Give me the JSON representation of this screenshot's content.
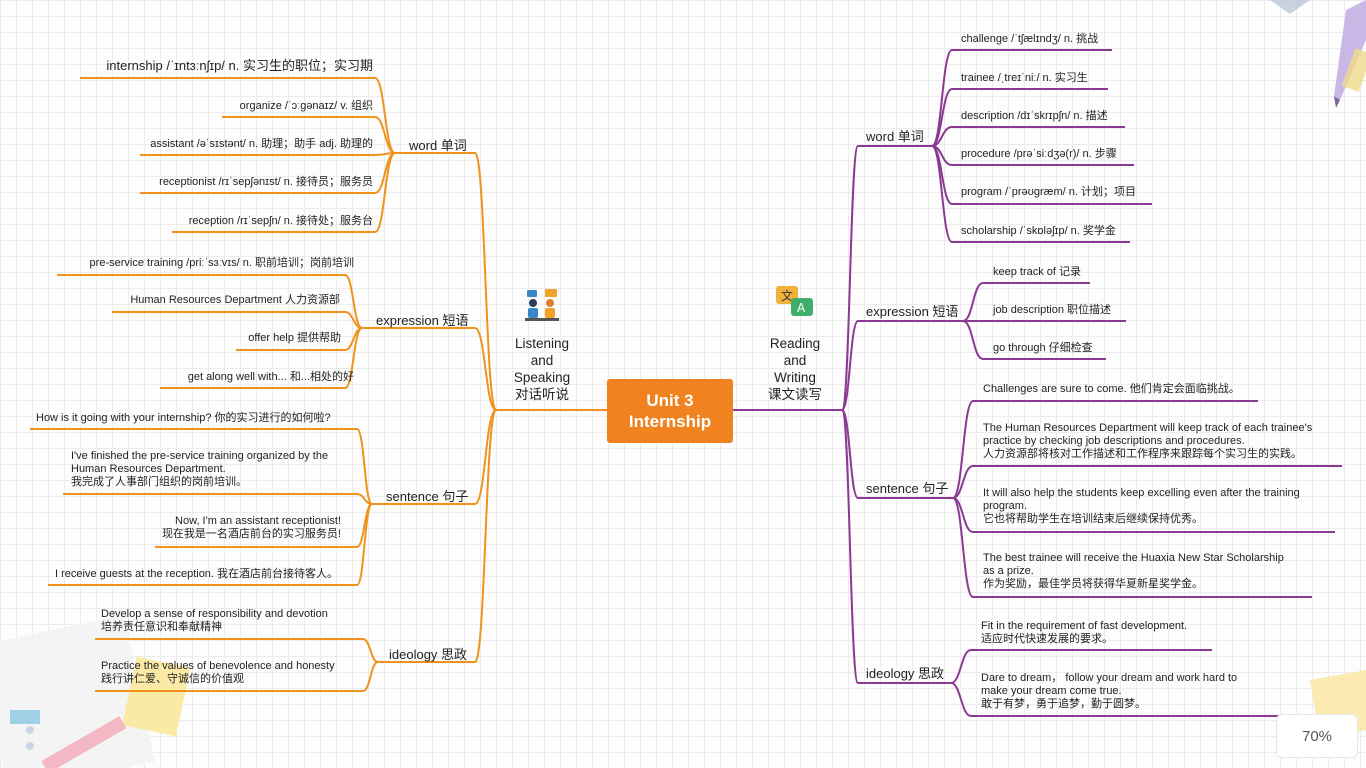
{
  "center": {
    "line1": "Unit 3",
    "line2": "Internship",
    "color": "#f0821f"
  },
  "zoom": "70%",
  "colors": {
    "left_branch": "#f0921e",
    "right_branch": "#8b3a93"
  },
  "left": {
    "category": {
      "line1": "Listening",
      "line2": "and",
      "line3": "Speaking",
      "line4": "对话听说",
      "icon": "meeting-people-icon"
    },
    "word": {
      "label": "word 单词",
      "items": [
        "internship /ˈɪntɜːnʃɪp/ n. 实习生的职位；实习期",
        "organize /ˈɔːɡənaɪz/ v. 组织",
        "assistant /əˈsɪstənt/ n. 助理；助手 adj. 助理的",
        "receptionist /rɪˈsepʃənɪst/ n. 接待员；服务员",
        "reception /rɪˈsepʃn/ n. 接待处；服务台"
      ]
    },
    "expression": {
      "label": "expression 短语",
      "items": [
        "pre-service training /priːˈsɜːvɪs/ n. 职前培训；岗前培训",
        "Human Resources Department 人力资源部",
        "offer help 提供帮助",
        "get along well with... 和...相处的好"
      ]
    },
    "sentence": {
      "label": "sentence 句子",
      "items": [
        [
          "How is it going with your internship? 你的实习进行的如何啦?"
        ],
        [
          "I've finished the pre-service training organized by the",
          "Human Resources Department.",
          "我完成了人事部门组织的岗前培训。"
        ],
        [
          "Now, I'm an assistant receptionist!",
          "现在我是一名酒店前台的实习服务员!"
        ],
        [
          "I receive guests at the reception. 我在酒店前台接待客人。"
        ]
      ]
    },
    "ideology": {
      "label": "ideology 思政",
      "items": [
        [
          "Develop a sense of responsibility and devotion",
          "培养责任意识和奉献精神"
        ],
        [
          "Practice the values of benevolence and honesty",
          "践行讲仁爱、守诚信的价值观"
        ]
      ]
    }
  },
  "right": {
    "category": {
      "line1": "Reading",
      "line2": "and",
      "line3": "Writing",
      "line4": "课文读写",
      "icon": "translate-chat-icon"
    },
    "word": {
      "label": "word 单词",
      "items": [
        "challenge /ˈtʃælɪndʒ/ n. 挑战",
        "trainee /ˌtreɪˈniː/ n. 实习生",
        "description /dɪˈskrɪpʃn/ n. 描述",
        "procedure /prəˈsiːdʒə(r)/ n. 步骤",
        "program /ˈprəʊɡræm/ n. 计划；项目",
        "scholarship /ˈskɒləʃɪp/ n. 奖学金"
      ]
    },
    "expression": {
      "label": "expression 短语",
      "items": [
        "keep track of 记录",
        "job description 职位描述",
        "go through 仔细检查"
      ]
    },
    "sentence": {
      "label": "sentence 句子",
      "items": [
        [
          "Challenges are sure to come. 他们肯定会面临挑战。"
        ],
        [
          "The Human Resources Department will keep track of each trainee's",
          "practice by checking job descriptions and procedures.",
          "人力资源部将核对工作描述和工作程序来跟踪每个实习生的实践。"
        ],
        [
          "It will also help the students keep excelling even after the training",
          "program.",
          "它也将帮助学生在培训结束后继续保持优秀。"
        ],
        [
          "The best trainee will receive the Huaxia New Star Scholarship",
          "as a prize.",
          "作为奖励，最佳学员将获得华夏新星奖学金。"
        ]
      ]
    },
    "ideology": {
      "label": "ideology 思政",
      "items": [
        [
          "Fit in the requirement of fast development.",
          "适应时代快速发展的要求。"
        ],
        [
          "Dare to dream， follow your dream and work hard to",
          "make your dream come true.",
          "敢于有梦，勇于追梦，勤于圆梦。"
        ]
      ]
    }
  }
}
